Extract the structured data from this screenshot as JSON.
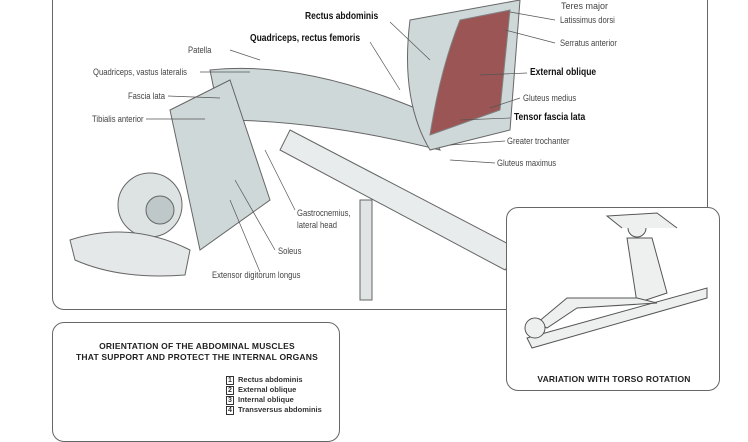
{
  "main_labels": {
    "teres_major": "Teres major",
    "rectus_abdominis": "Rectus abdominis",
    "quad_rectus_femoris": "Quadriceps, rectus femoris",
    "patella": "Patella",
    "quad_vastus_lateralis": "Quadriceps, vastus lateralis",
    "fascia_lata": "Fascia lata",
    "tibialis_anterior": "Tibialis anterior",
    "latissimus_dorsi": "Latissimus dorsi",
    "serratus_anterior": "Serratus anterior",
    "external_oblique": "External oblique",
    "gluteus_medius": "Gluteus medius",
    "tensor_fascia_lata": "Tensor fascia lata",
    "greater_trochanter": "Greater trochanter",
    "gluteus_maximus": "Gluteus maximus",
    "gastrocnemius_1": "Gastrocnemius,",
    "gastrocnemius_2": "lateral head",
    "soleus": "Soleus",
    "extensor_digitorum": "Extensor digitorum longus"
  },
  "inset": {
    "caption": "VARIATION WITH TORSO ROTATION"
  },
  "legend": {
    "title_1": "ORIENTATION OF THE ABDOMINAL MUSCLES",
    "title_2": "THAT SUPPORT AND PROTECT THE INTERNAL ORGANS",
    "items": [
      {
        "num": "1",
        "label": "Rectus abdominis"
      },
      {
        "num": "2",
        "label": "External oblique"
      },
      {
        "num": "3",
        "label": "Internal oblique"
      },
      {
        "num": "4",
        "label": "Transversus abdominis"
      }
    ]
  },
  "colors": {
    "muscle_red": "#8a2a2a",
    "muscle_grey": "#b8c4c4",
    "line": "#555"
  }
}
